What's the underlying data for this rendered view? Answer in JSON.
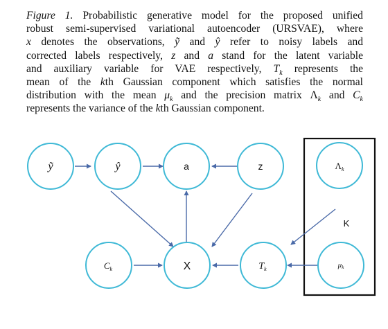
{
  "caption": {
    "figure_label": "Figure 1.",
    "lines": [
      {
        "parts": [
          {
            "t": " Probabilistic generative model for the proposed unified"
          }
        ]
      },
      {
        "parts": [
          {
            "t": "robust semi-supervised variational autoencoder (URSVAE), where"
          }
        ]
      },
      {
        "parts": [
          {
            "t": "x",
            "i": true
          },
          {
            "t": " denotes the observations, "
          },
          {
            "t": "ỹ",
            "i": true
          },
          {
            "t": " and "
          },
          {
            "t": "ŷ",
            "i": true
          },
          {
            "t": " refer to noisy labels and"
          }
        ]
      },
      {
        "parts": [
          {
            "t": "corrected labels respectively, "
          },
          {
            "t": "z",
            "i": true
          },
          {
            "t": " and "
          },
          {
            "t": "a",
            "i": true
          },
          {
            "t": " stand for the latent variable"
          }
        ]
      },
      {
        "parts": [
          {
            "t": "and auxiliary variable for VAE respectively, "
          },
          {
            "t": "T",
            "i": true
          },
          {
            "t": "k",
            "sub": true
          },
          {
            "t": " represents the"
          }
        ]
      },
      {
        "parts": [
          {
            "t": "mean of the "
          },
          {
            "t": "k",
            "i": true
          },
          {
            "t": "th Gaussian component which satisfies the normal"
          }
        ]
      },
      {
        "parts": [
          {
            "t": "distribution with the mean "
          },
          {
            "t": "μ",
            "i": true
          },
          {
            "t": "k",
            "sub": true
          },
          {
            "t": " and the precision matrix "
          },
          {
            "t": "Λ"
          },
          {
            "t": "k",
            "sub": true
          },
          {
            "t": " and "
          },
          {
            "t": "C",
            "i": true
          },
          {
            "t": "k",
            "sub": true
          }
        ]
      },
      {
        "parts": [
          {
            "t": "represents the variance of the "
          },
          {
            "t": "k",
            "i": true
          },
          {
            "t": "th Gaussian component."
          }
        ]
      }
    ]
  },
  "diagram": {
    "node_stroke": "#3fb9d6",
    "edge_color": "#4a6aa8",
    "plate_label": "K",
    "nodes": {
      "y_tilde": "ỹ",
      "y_hat": "ŷ",
      "a": "a",
      "z": "z",
      "lambda_k": {
        "main": "Λ",
        "sub": "k"
      },
      "c_k": {
        "main": "C",
        "sub": "k"
      },
      "x": "X",
      "t_k": {
        "main": "T",
        "sub": "k"
      },
      "mu_k": {
        "main": "μ",
        "sub": "k"
      }
    }
  }
}
